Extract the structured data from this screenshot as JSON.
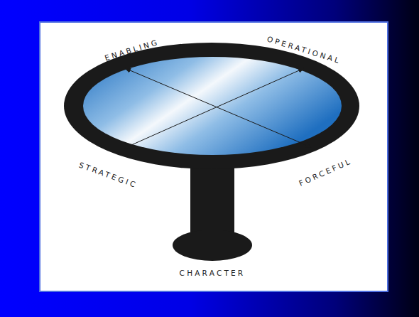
{
  "diagram": {
    "labels": [
      "ENABLING",
      "OPERATIONAL",
      "STRATEGIC",
      "FORCEFUL",
      "CHARACTER"
    ]
  }
}
